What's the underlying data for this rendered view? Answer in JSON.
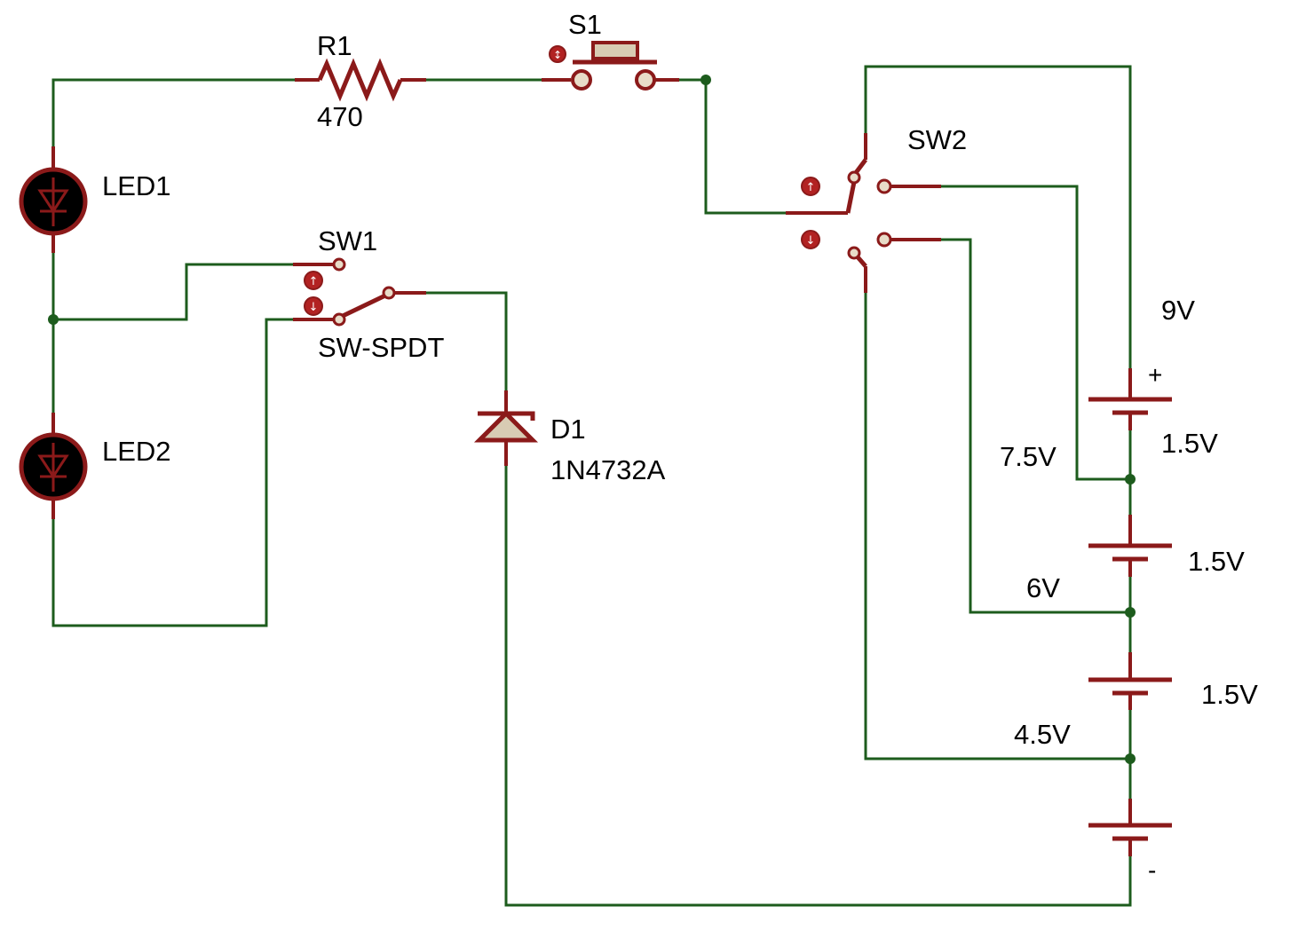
{
  "components": {
    "r1": {
      "ref": "R1",
      "value": "470"
    },
    "s1": {
      "ref": "S1"
    },
    "sw2": {
      "ref": "SW2"
    },
    "led1": {
      "ref": "LED1"
    },
    "led2": {
      "ref": "LED2"
    },
    "sw1": {
      "ref": "SW1",
      "value": "SW-SPDT"
    },
    "d1": {
      "ref": "D1",
      "value": "1N4732A"
    }
  },
  "battery": {
    "total_label": "9V",
    "plus": "+",
    "minus": "-",
    "cell_labels": [
      "1.5V",
      "1.5V",
      "1.5V"
    ],
    "tap_labels": [
      "7.5V",
      "6V",
      "4.5V"
    ]
  },
  "colors": {
    "wire": "#1d5c1d",
    "component": "#8b1a1a",
    "led_fill": "#000000",
    "terminal_fill": "#e8dcc8"
  }
}
